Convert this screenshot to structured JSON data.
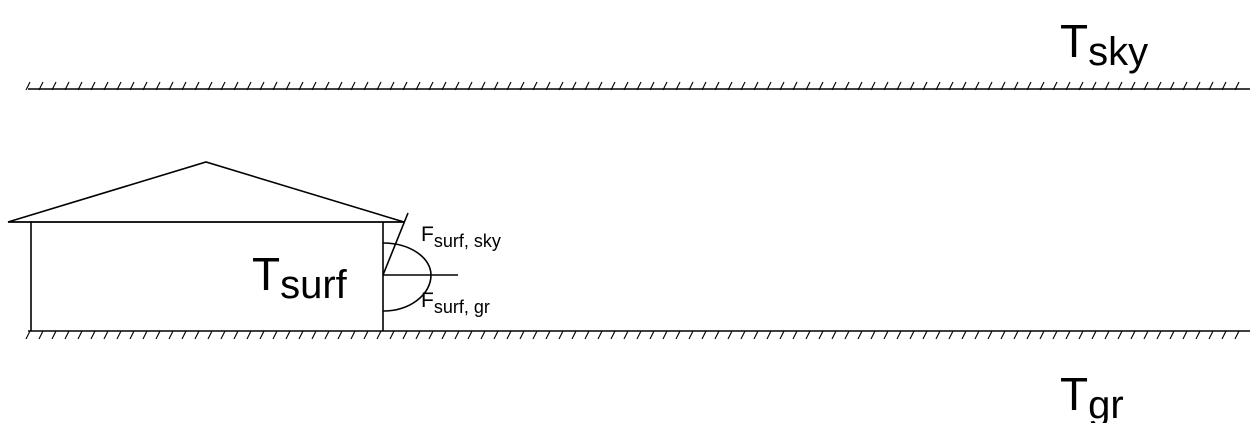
{
  "labels": {
    "sky": {
      "main": "T",
      "sub": "sky"
    },
    "ground": {
      "main": "T",
      "sub": "gr"
    },
    "surface": {
      "main": "T",
      "sub": "surf"
    },
    "view_factor_sky": {
      "main": "F",
      "sub": "surf, sky"
    },
    "view_factor_ground": {
      "main": "F",
      "sub": "surf, gr"
    }
  }
}
